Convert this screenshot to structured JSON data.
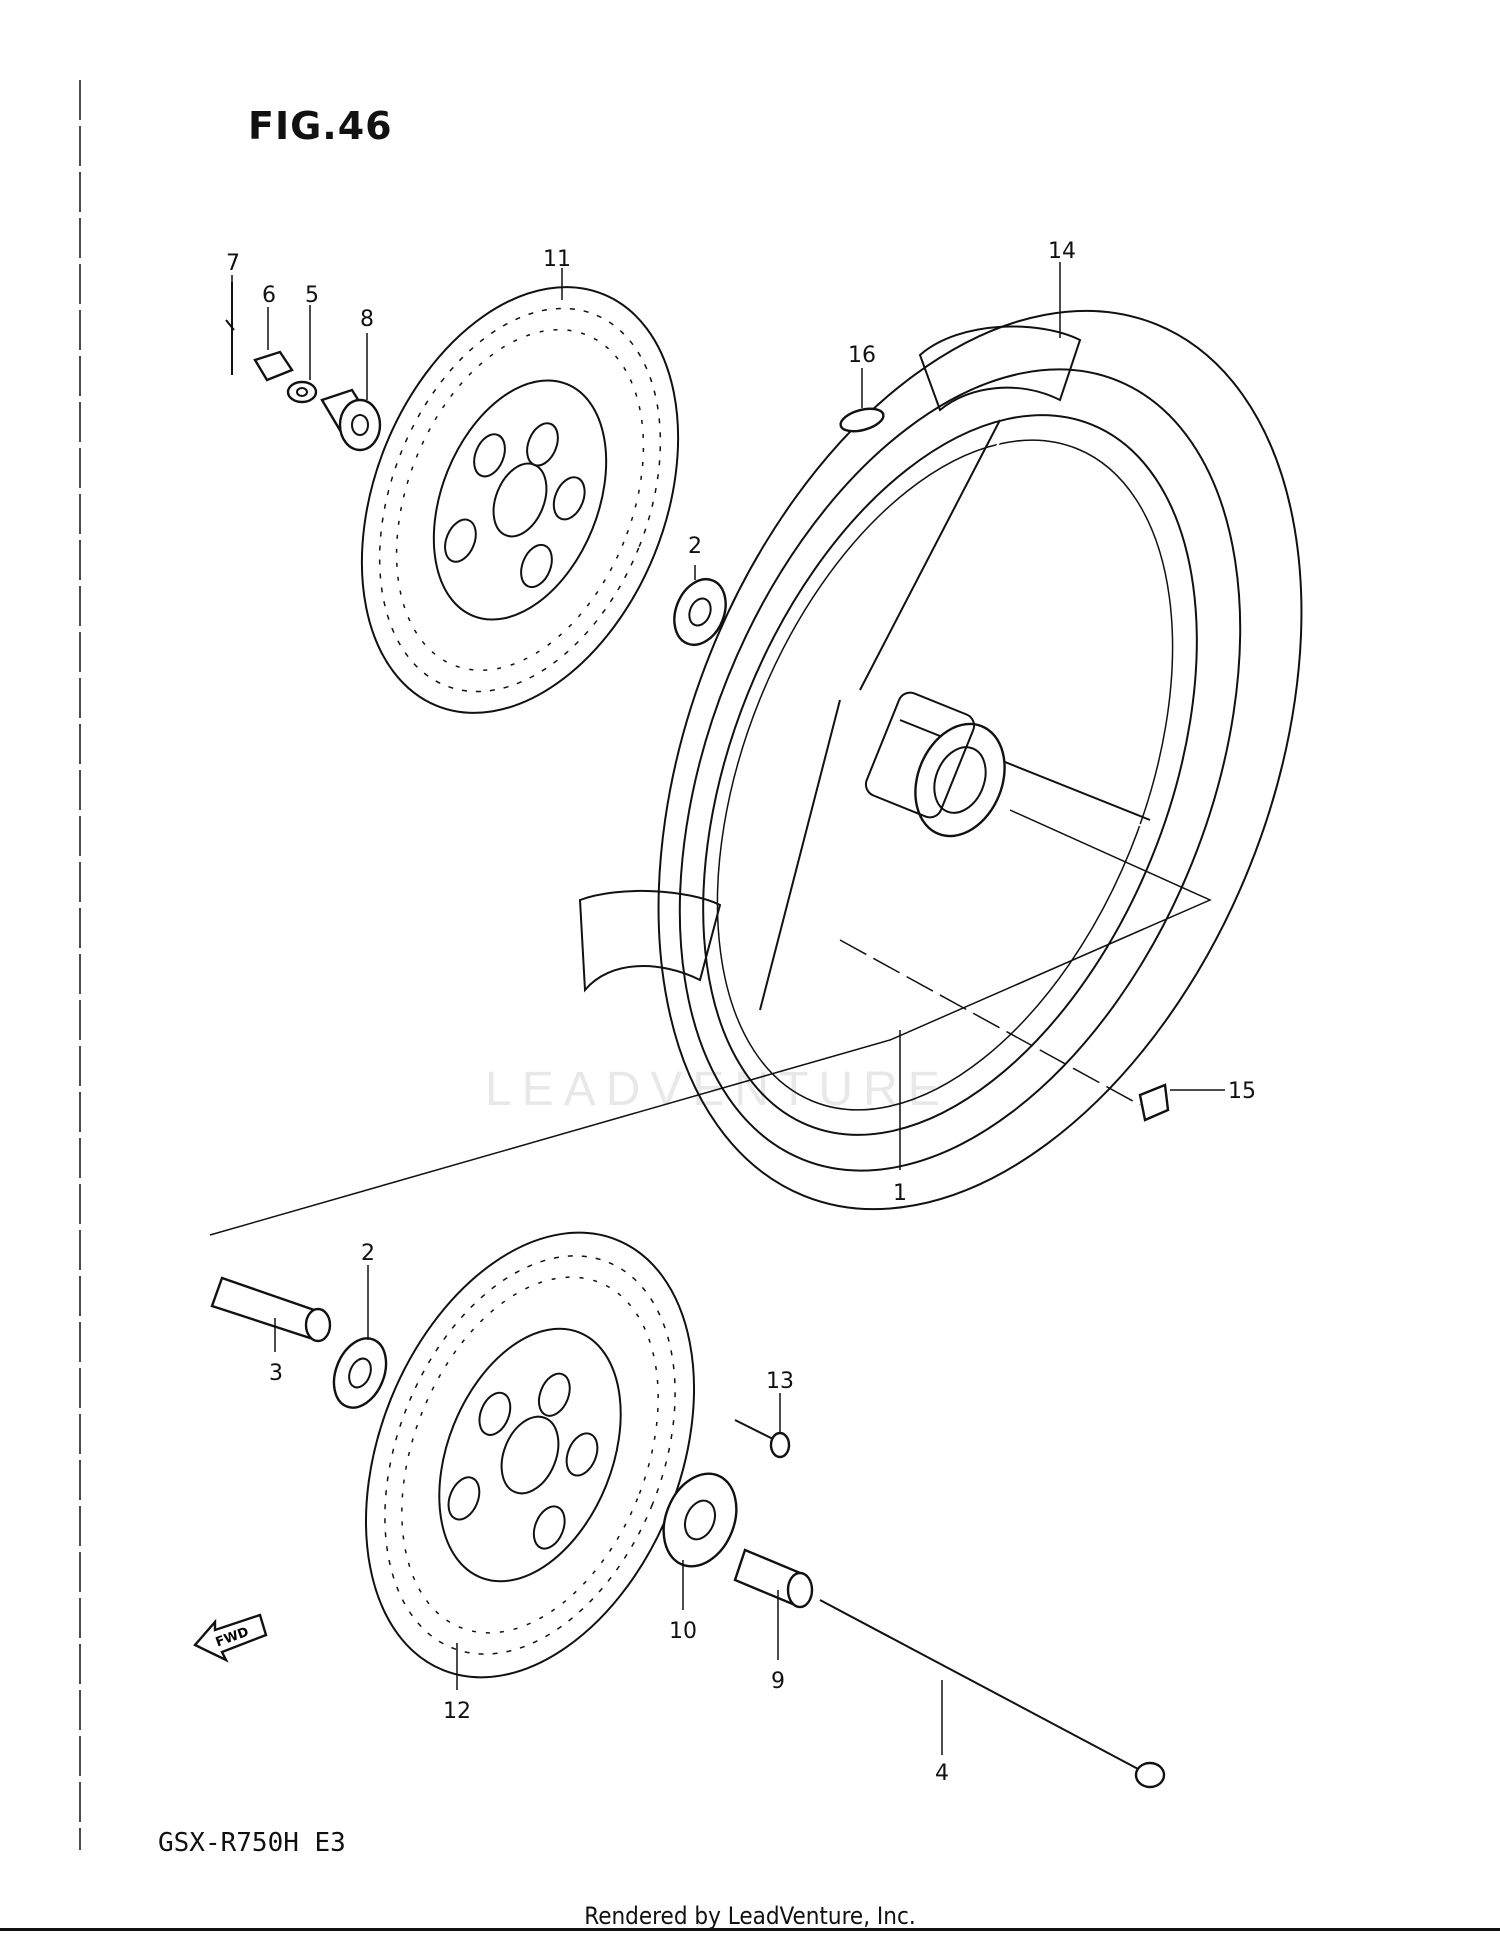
{
  "figure": {
    "title": "FIG.46"
  },
  "model": "GSX-R750H E3",
  "footer": "Rendered by LeadVenture, Inc.",
  "watermark": "LEADVENTURE",
  "fwd_label": "FWD",
  "callouts": [
    {
      "id": "1",
      "label": "1"
    },
    {
      "id": "2a",
      "label": "2"
    },
    {
      "id": "2b",
      "label": "2"
    },
    {
      "id": "3",
      "label": "3"
    },
    {
      "id": "4",
      "label": "4"
    },
    {
      "id": "5",
      "label": "5"
    },
    {
      "id": "6",
      "label": "6"
    },
    {
      "id": "7",
      "label": "7"
    },
    {
      "id": "8",
      "label": "8"
    },
    {
      "id": "9",
      "label": "9"
    },
    {
      "id": "10",
      "label": "10"
    },
    {
      "id": "11",
      "label": "11"
    },
    {
      "id": "12",
      "label": "12"
    },
    {
      "id": "13",
      "label": "13"
    },
    {
      "id": "14",
      "label": "14"
    },
    {
      "id": "15",
      "label": "15"
    },
    {
      "id": "16",
      "label": "16"
    }
  ]
}
